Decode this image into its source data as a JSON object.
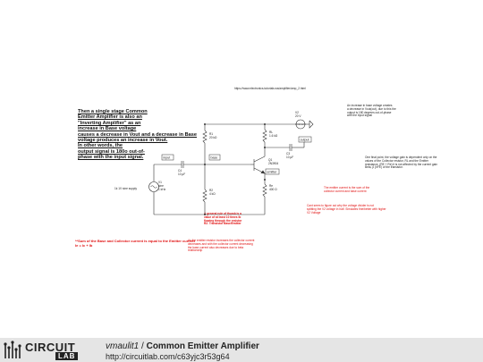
{
  "url": "https://www.electronics-tutorials.ws/amplifier/amp_2.html",
  "notes": {
    "main": [
      "Then a single stage Common",
      "Emitter Amplifier is also an",
      "\"Inverting Amplifier\" as an",
      "increase in Base voltage",
      "causes a decrease in Vout and a decrease in Base",
      "voltage produces an increase in Vout.",
      "In other words, the",
      "output signal is 180o out-of-",
      "phase with the input signal."
    ],
    "top_right": [
      "An increase in base voltage creates",
      "a decrease in Vout(out), due to this the",
      "output is 180 degrees out-of-phase",
      "with the input signal"
    ],
    "voltage_gain": [
      "One final point, the voltage gain is dependent only on the",
      "values of the Collector resistor, RL and the Emitter",
      "resistance, (RE + Re) it is not affected by the current gain",
      "Beta, β (hFE) of the transistor."
    ],
    "emitter_current": [
      "The emitter current is the sum of the",
      "collector current and base current"
    ],
    "divider": [
      "Cant seem to figure out why the voltage divider is not",
      "splitting the V2 voltage in half. Simulates fine/better with higher",
      "V2 Voltage"
    ],
    "sum_current": [
      "**Sum of the Base and Collector current is equal to the Emitter current",
      "Ie = Ic + Ib"
    ],
    "rule_of_thumb": [
      "A general rule of thumb is a",
      "value of at least 10 times Ib",
      "flowing through the resistor",
      "R2. Transistor Base/Emitter"
    ],
    "emitter_resistor": [
      "As the emitter resistor increases the collector current",
      "decreases and with the collector current decreasing",
      "the base current also decreases due to beta",
      "relationship"
    ]
  },
  "components": {
    "v1": [
      "V1",
      "sine",
      "1 kHz"
    ],
    "v1_desc": "1k 1V sine supply",
    "v2": [
      "V2",
      "20 V"
    ],
    "r1": [
      "R1",
      "20 kΩ"
    ],
    "r2": [
      "R2",
      "4 kΩ"
    ],
    "rl": [
      "RL",
      "1.6 kΩ"
    ],
    "re": [
      "Re",
      "400 Ω"
    ],
    "q1": [
      "Q1",
      "2N3904"
    ],
    "c4": [
      "C4",
      "10 μF"
    ],
    "c3": [
      "C3",
      "10 μF"
    ],
    "tags": {
      "input": "input",
      "base": "base",
      "emitter": "emitter",
      "output": "output"
    }
  },
  "footer": {
    "user": "vmaulit1",
    "separator": " / ",
    "title": "Common Emitter Amplifier",
    "link": "http://circuitlab.com/c63yjc3r53g64",
    "logo_top": "CIRCUIT",
    "logo_bottom": "LAB"
  }
}
